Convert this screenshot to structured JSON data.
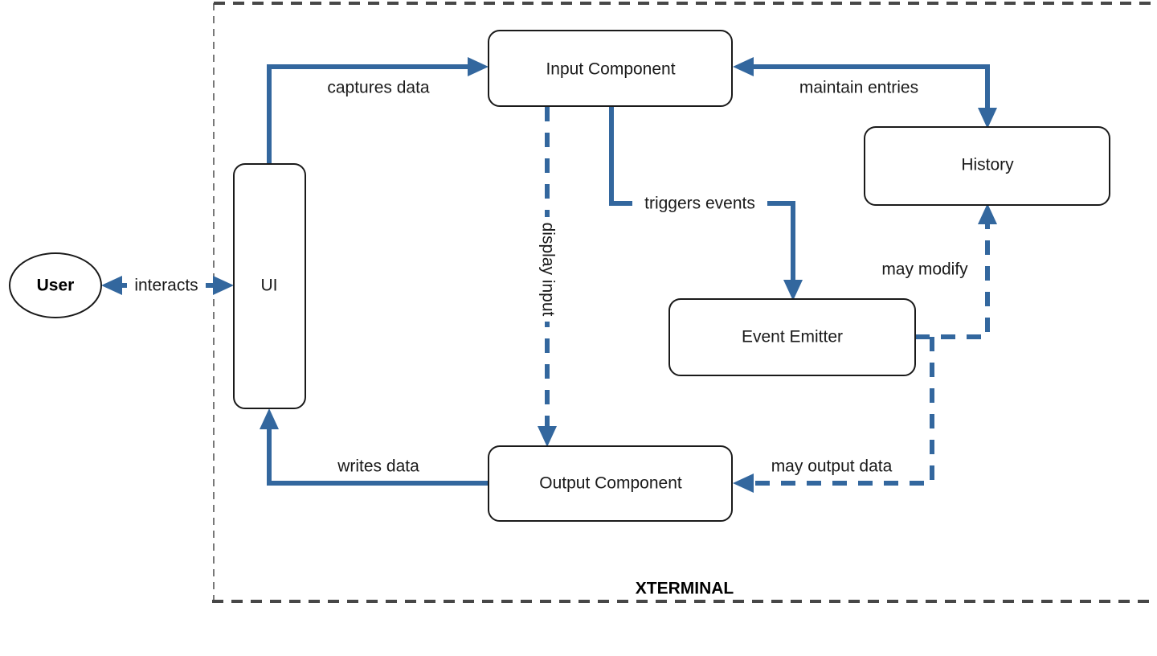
{
  "diagram": {
    "title_label": "XTERMINAL",
    "accent_color": "#33679E",
    "node_border_color": "#1a1a1a",
    "boundary_color": "#575757",
    "background_color": "#ffffff",
    "nodes": [
      {
        "id": "user",
        "label": "User",
        "shape": "ellipse"
      },
      {
        "id": "ui",
        "label": "UI",
        "shape": "rounded-rect"
      },
      {
        "id": "input_component",
        "label": "Input Component",
        "shape": "rounded-rect"
      },
      {
        "id": "history",
        "label": "History",
        "shape": "rounded-rect"
      },
      {
        "id": "event_emitter",
        "label": "Event Emitter",
        "shape": "rounded-rect"
      },
      {
        "id": "output_component",
        "label": "Output Component",
        "shape": "rounded-rect"
      }
    ],
    "edges": [
      {
        "id": "interacts",
        "label": "interacts",
        "from": "user",
        "to": "ui",
        "style": "solid",
        "arrows": "both"
      },
      {
        "id": "captures_data",
        "label": "captures data",
        "from": "ui",
        "to": "input_component",
        "style": "solid",
        "arrows": "end"
      },
      {
        "id": "maintain_entries",
        "label": "maintain entries",
        "from": "history",
        "to": "input_component",
        "style": "solid",
        "arrows": "both"
      },
      {
        "id": "triggers_events",
        "label": "triggers events",
        "from": "input_component",
        "to": "event_emitter",
        "style": "solid",
        "arrows": "end"
      },
      {
        "id": "may_modify",
        "label": "may modify",
        "from": "event_emitter",
        "to": "history",
        "style": "dashed",
        "arrows": "end"
      },
      {
        "id": "display_input",
        "label": "display input",
        "from": "input_component",
        "to": "output_component",
        "style": "dashed",
        "arrows": "end",
        "orientation": "vertical"
      },
      {
        "id": "may_output_data",
        "label": "may output data",
        "from": "event_emitter",
        "to": "output_component",
        "style": "dashed",
        "arrows": "end"
      },
      {
        "id": "writes_data",
        "label": "writes data",
        "from": "output_component",
        "to": "ui",
        "style": "solid",
        "arrows": "end"
      }
    ]
  }
}
